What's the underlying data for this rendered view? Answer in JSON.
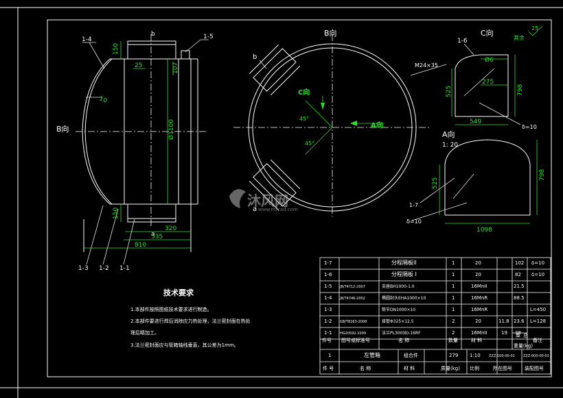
{
  "views": {
    "b_view": "B向",
    "c_view": "C向",
    "a_view": "A向",
    "a_view_scale": "1: 20",
    "c_arrow": "C向",
    "a_arrow": "A向",
    "b_letter": "b",
    "a_letter": "a"
  },
  "front_view": {
    "callouts": [
      "1-4",
      "1-5",
      "1-3",
      "1-2",
      "1-1"
    ],
    "dims": [
      "150",
      "25",
      "107",
      "10",
      "Ø1100",
      "150",
      "320",
      "535",
      "810"
    ],
    "letters": [
      "b",
      "a"
    ]
  },
  "b_view_section": {
    "callout": "M24×35",
    "angles": [
      "45°",
      "45°"
    ]
  },
  "c_view_section": {
    "callout": "1-6",
    "dims": [
      "Ø6",
      "275",
      "525",
      "798",
      "549"
    ],
    "thickness": "δ=10"
  },
  "a_view_section": {
    "dims": [
      "525",
      "798",
      "1098"
    ],
    "callout": "1-7",
    "thickness": "δ=10"
  },
  "roughness": {
    "label": "其余",
    "value": "25"
  },
  "watermark": {
    "brand": "沐风网",
    "url": "www.mfcad.com"
  },
  "tech_requirements": {
    "title": "技术要求",
    "items": [
      "1.本部件按照图纸技术要求进行制造。",
      "2.本部件要进行焊后消除应力热处理，法兰密封面在热处",
      "  理后精加工。",
      "3.法兰密封面应与管箱轴线垂直，其公差为1mm。"
    ]
  },
  "bom": {
    "rows": [
      {
        "no": "1-7",
        "std": "",
        "name": "分程隔板II",
        "qty": "1",
        "mat": "20",
        "unit": "",
        "total": "102",
        "note": "δ=10"
      },
      {
        "no": "1-6",
        "std": "",
        "name": "分程隔板 I",
        "qty": "1",
        "mat": "20",
        "unit": "",
        "total": "82",
        "note": "δ=10"
      },
      {
        "no": "1-5",
        "std": "JB/T4712-2007",
        "name": "支座BH1000-1.0",
        "qty": "1",
        "mat": "16MnII",
        "unit": "",
        "total": "21.5",
        "note": ""
      },
      {
        "no": "1-4",
        "std": "JB/T4746-2002",
        "name": "椭圆封头EHA1000×10",
        "qty": "1",
        "mat": "16MnR",
        "unit": "",
        "total": "88.5",
        "note": ""
      },
      {
        "no": "1-3",
        "std": "",
        "name": "筒节DN1000×10",
        "qty": "1",
        "mat": "16MnR",
        "unit": "",
        "total": "",
        "note": "L=450"
      },
      {
        "no": "1-2",
        "std": "GB/T8163-2008",
        "name": "接管Φ325×12.5",
        "qty": "2",
        "mat": "20",
        "unit": "11.8",
        "total": "23.6",
        "note": "L=128"
      },
      {
        "no": "1-1",
        "std": "HG20592-2009",
        "name": "法兰PL300(B)-16RF",
        "qty": "2",
        "mat": "16MnII",
        "unit": "19",
        "total": "38",
        "note": ""
      }
    ],
    "header": {
      "no": "件号",
      "std": "图号或标准号",
      "name": "名  称",
      "qty": "数量",
      "mat": "材 料",
      "single": "单",
      "total": "总",
      "weight": "重量(kg)",
      "note": "备注"
    },
    "assembly": {
      "no": "1",
      "name": "左管箱",
      "type": "组合件",
      "weight": "279",
      "scale": "1:10",
      "drawing": "ZZZ-100-00-01",
      "asm_drawing": "ZZZ-000-00-01"
    },
    "footer": {
      "no": "件 号",
      "name": "名  称",
      "mat": "材 料",
      "weight": "质量(kg)",
      "scale": "比例",
      "drawing": "所在图号",
      "asm": "装配图号"
    }
  }
}
